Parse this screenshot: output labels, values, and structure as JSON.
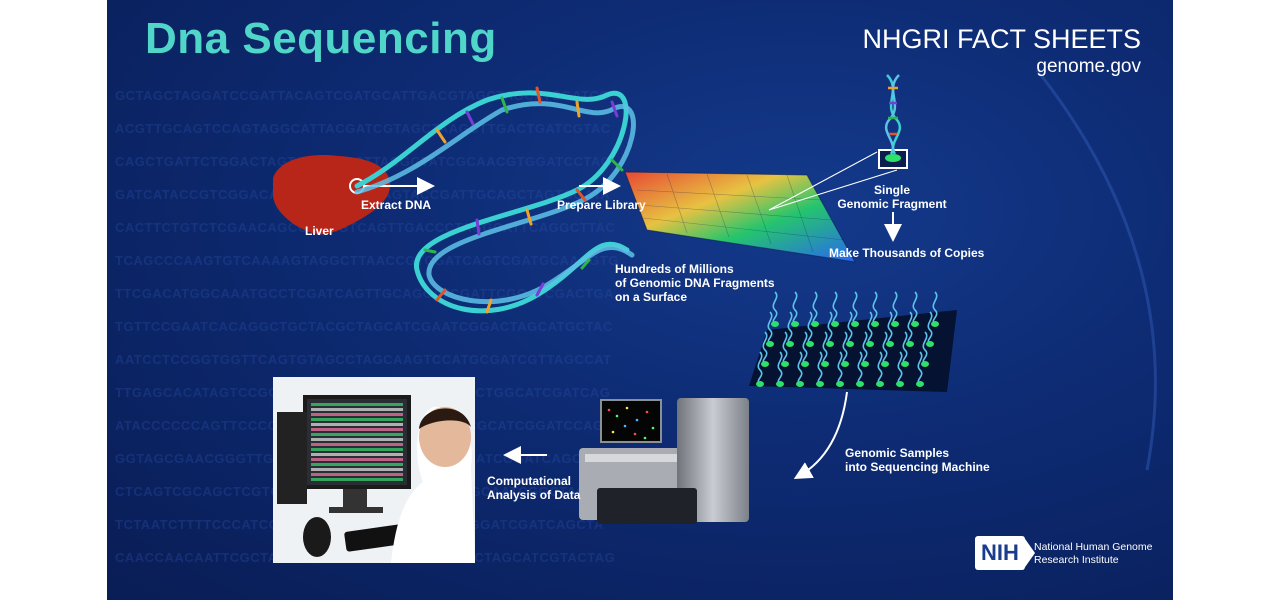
{
  "title": "Dna Sequencing",
  "brand": {
    "series": "NHGRI FACT SHEETS",
    "site": "genome.gov"
  },
  "labels": {
    "liver": "Liver",
    "extract": "Extract DNA",
    "prepare": "Prepare Library",
    "fragments": [
      "Hundreds of Millions",
      "of Genomic DNA Fragments",
      "on a Surface"
    ],
    "single": [
      "Single",
      "Genomic Fragment"
    ],
    "copies": "Make Thousands of Copies",
    "samples": [
      "Genomic Samples",
      "into Sequencing Machine"
    ],
    "analysis": [
      "Computational",
      "Analysis of Data"
    ]
  },
  "logo": {
    "badge": "NIH",
    "org": [
      "National Human Genome",
      "Research Institute"
    ]
  },
  "background_sequence": [
    "GCTAGCTAGGATCCGATTACAGTCGATGCATTGACGTAGCTAGCATCGATCG",
    "ACGTTGCAGTCCAGTAGGCATTACGATCGTAGCTAAGCTTGACTGATCGTAC",
    "CAGCTGATTCTGGACTAGTCCGATGCTTACGGTATCGCAACGTGGATCCTAG",
    "GATCATACCGTCGGACATGAATGCTTGCAGTACCGATTGCAGCTAGTCGATA",
    "CACTTCTGTCTCGAACAGCCGAAGTCAGTTGACCCTAGGCATTCAGGCTTAC",
    "TCAGCCCAAGTGTCAAAAGTAGGCTTAACCGTCGATCAGTCGATGCAACGTG",
    "TTCGACATGGCAAATGCCTCGATCAGTTGCAGCATCGATTCGGATCGACTGA",
    "TGTTCCGAATCACAGGCTGCTACGCTAGCATCGAATCGGACTAGCATGCTAC",
    "AATCCTCCGGTGGTTCAGTGTAGCCTAGCAAGTCCATGCGATCGTTAGCCAT",
    "TTGAGCACATAGTCCGCTATCCGAATGCTTAGCCGTAACTGGCATCGATCAG",
    "ATACCCCCCAGTTCCCCGGTTAGCATCGGATCAGTTACGCATCGGATCCAGT",
    "GGTAGCGAACGGGTTGACACTTGCAGCTTAGGCATCGATCGGATCAGCTAAC",
    "CTCAGTCGCAGCTCGTGCGCTGCATCCGATTAGCCATGCAATCGGCTAGCAT",
    "TCTAATCTTTTCCCATCGTGTAAAGCATGGCTAAGCTAGGATCGATCAGCTA",
    "CAACCAACAATTCGCTAGGGACAGTTCAGTCGATCGGCTAGCATCGTACTAG"
  ]
}
